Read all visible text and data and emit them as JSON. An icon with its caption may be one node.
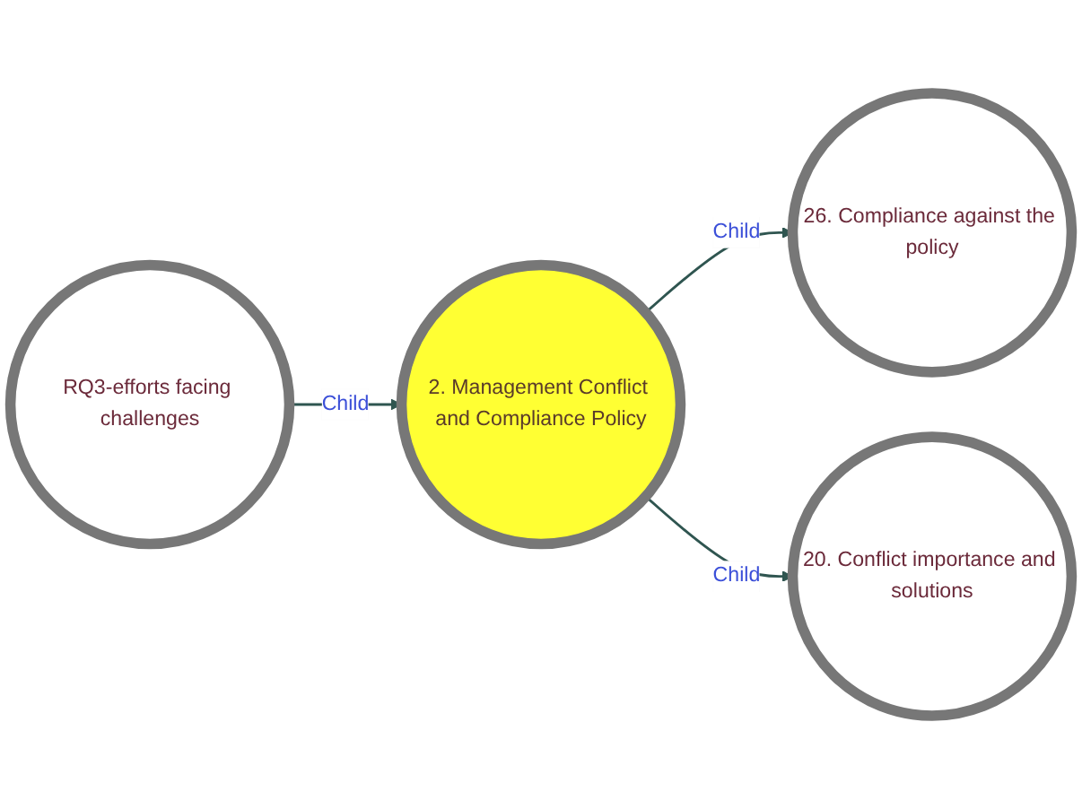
{
  "diagram": {
    "nodes": [
      {
        "text": [
          "RQ3-efforts facing challenges"
        ]
      },
      {
        "text": [
          "2. Management Conflict and Compliance Policy"
        ]
      },
      {
        "text": [
          "26. Compliance against the policy"
        ]
      },
      {
        "text": [
          "20. Conflict importance and solutions"
        ]
      }
    ],
    "edges": [
      {
        "from": 0,
        "to": 1,
        "arrow": "to",
        "label": "Child"
      },
      {
        "from": 1,
        "to": 2,
        "arrow": "to",
        "label": "Child"
      },
      {
        "from": 1,
        "to": 3,
        "arrow": "to",
        "label": "Child"
      }
    ]
  }
}
